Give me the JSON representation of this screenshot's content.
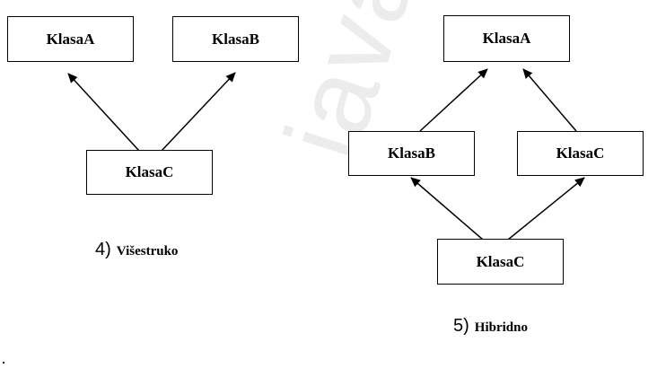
{
  "watermark": "javatpoint",
  "diagrams": [
    {
      "caption_number": "4)",
      "caption_label": "Višestruko",
      "classes": {
        "a": "KlasaA",
        "b": "KlasaB",
        "c": "KlasaC"
      }
    },
    {
      "caption_number": "5)",
      "caption_label": "Hibridno",
      "classes": {
        "a": "KlasaA",
        "b": "KlasaB",
        "c": "KlasaC",
        "d": "KlasaC"
      }
    }
  ]
}
